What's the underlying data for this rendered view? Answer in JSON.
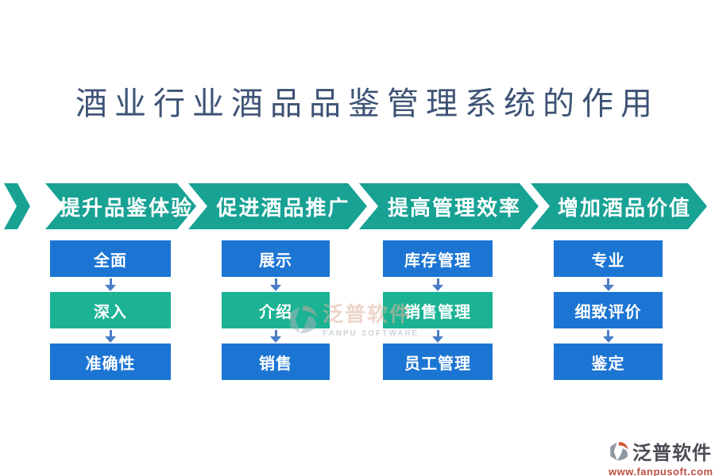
{
  "title": "酒业行业酒品品鉴管理系统的作用",
  "columns": [
    {
      "header": "提升品鉴体验",
      "boxes": [
        {
          "label": "全面"
        },
        {
          "label": "深入"
        },
        {
          "label": "准确性"
        }
      ]
    },
    {
      "header": "促进酒品推广",
      "boxes": [
        {
          "label": "展示"
        },
        {
          "label": "介绍"
        },
        {
          "label": "销售"
        }
      ]
    },
    {
      "header": "提高管理效率",
      "boxes": [
        {
          "label": "库存管理"
        },
        {
          "label": "销售管理"
        },
        {
          "label": "员工管理"
        }
      ]
    },
    {
      "header": "增加酒品价值",
      "boxes": [
        {
          "label": "专业"
        },
        {
          "label": "细致评价"
        },
        {
          "label": "鉴定"
        }
      ]
    }
  ],
  "watermark": {
    "brand": "泛普软件",
    "brand_en": "FANPU SOFTWARE"
  },
  "footer": {
    "brand": "泛普软件",
    "url": "www.fanpusoft.com"
  },
  "colors": {
    "teal": "#17a294",
    "blue": "#1c75d3",
    "green": "#1bb394",
    "arrow": "#4a7dc7",
    "title": "#3e5375"
  }
}
